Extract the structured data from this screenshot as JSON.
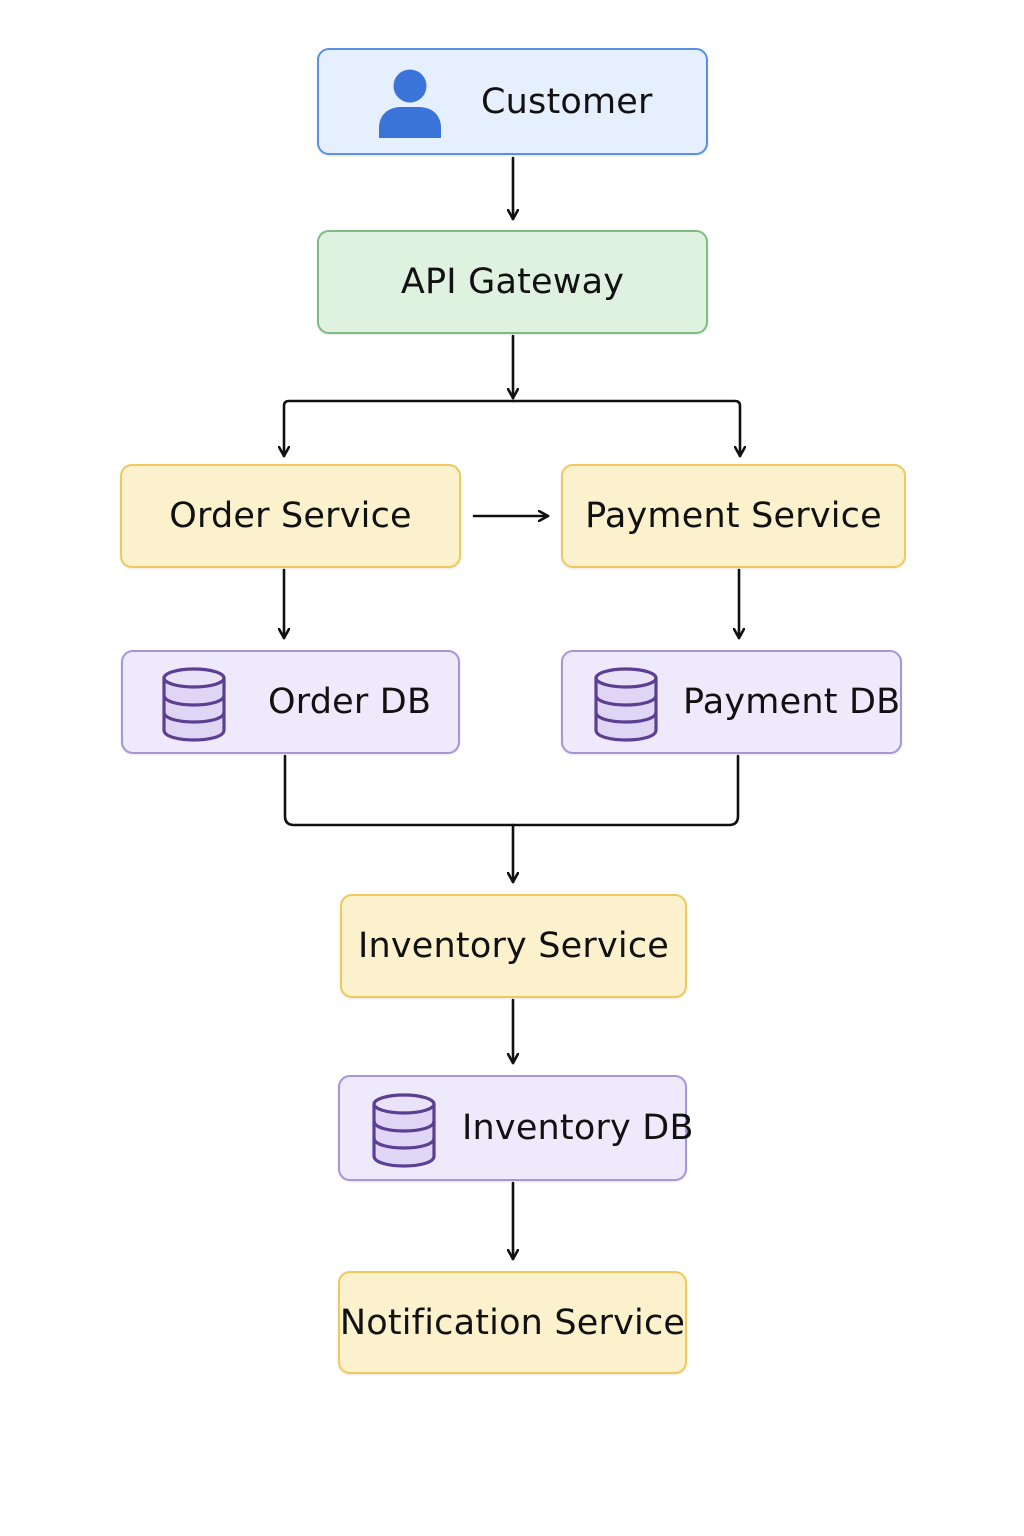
{
  "diagram": {
    "nodes": {
      "customer": {
        "label": "Customer",
        "icon": "user-icon"
      },
      "api_gateway": {
        "label": "API Gateway"
      },
      "order_service": {
        "label": "Order Service"
      },
      "payment_service": {
        "label": "Payment Service"
      },
      "order_db": {
        "label": "Order DB",
        "icon": "database-icon"
      },
      "payment_db": {
        "label": "Payment DB",
        "icon": "database-icon"
      },
      "inventory_service": {
        "label": "Inventory Service"
      },
      "inventory_db": {
        "label": "Inventory DB",
        "icon": "database-icon"
      },
      "notification_service": {
        "label": "Notification Service"
      }
    },
    "edges": [
      {
        "from": "customer",
        "to": "api_gateway"
      },
      {
        "from": "api_gateway",
        "to": "order_service"
      },
      {
        "from": "api_gateway",
        "to": "payment_service"
      },
      {
        "from": "order_service",
        "to": "payment_service"
      },
      {
        "from": "order_service",
        "to": "order_db"
      },
      {
        "from": "payment_service",
        "to": "payment_db"
      },
      {
        "from": "order_db",
        "to": "inventory_service"
      },
      {
        "from": "payment_db",
        "to": "inventory_service"
      },
      {
        "from": "inventory_service",
        "to": "inventory_db"
      },
      {
        "from": "inventory_db",
        "to": "notification_service"
      }
    ],
    "colors": {
      "client_fill": "#e6effd",
      "client_border": "#5a8fe3",
      "client_icon": "#3b74d8",
      "gateway_fill": "#dff2df",
      "gateway_border": "#7fbc84",
      "service_fill": "#fbf1cc",
      "service_border": "#efc95c",
      "db_fill": "#efeafb",
      "db_border": "#a895d6",
      "db_icon": "#5b3f93",
      "connector": "#111111"
    }
  }
}
